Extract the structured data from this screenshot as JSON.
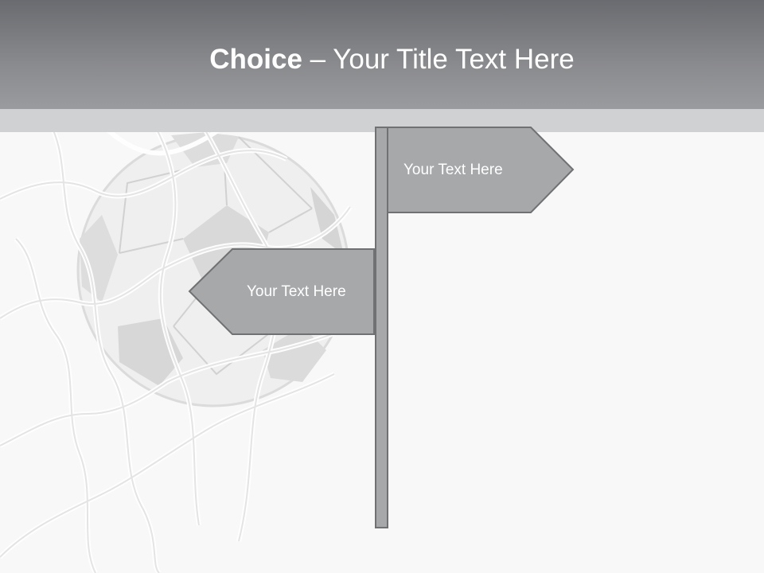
{
  "title": {
    "bold": "Choice",
    "rest": " – Your Title Text Here"
  },
  "signs": {
    "right_label": "Your Text Here",
    "left_label": "Your Text Here"
  },
  "colors": {
    "header": "#7d7e82",
    "strip": "#d0d1d2",
    "background": "#f8f8f8",
    "sign_fill": "#a7a8aa",
    "sign_border": "#707173"
  },
  "icons": {
    "image": "soccer-ball-in-net"
  }
}
